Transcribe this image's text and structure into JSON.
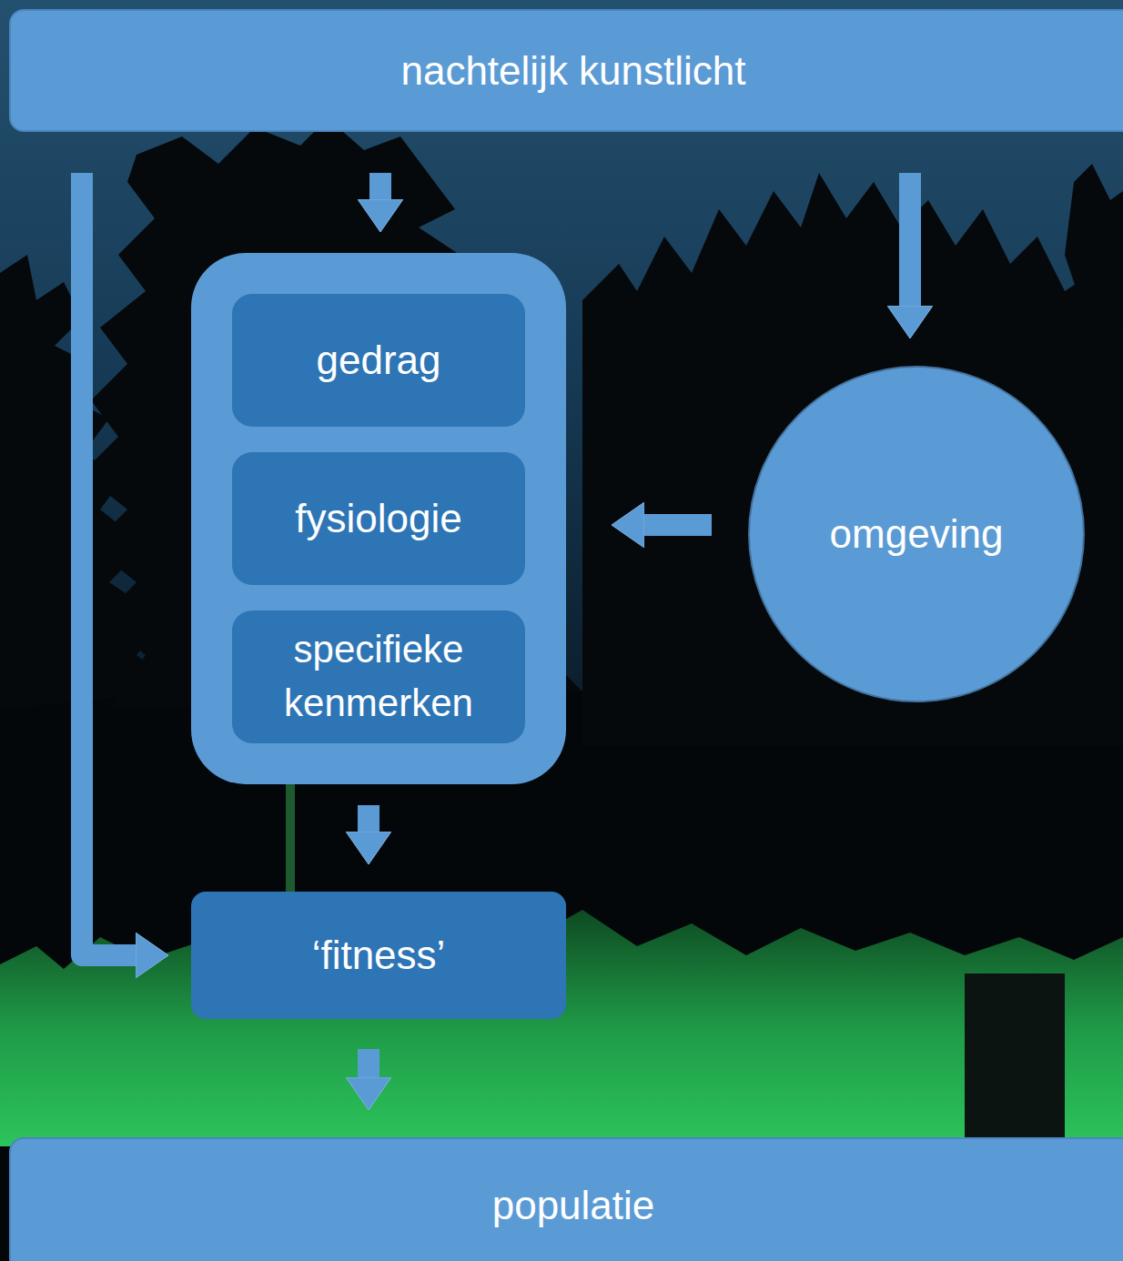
{
  "diagram": {
    "nodes": [
      {
        "text": [
          "nachtelijk kunstlicht"
        ]
      },
      {
        "text": []
      },
      {
        "text": [
          "gedrag"
        ],
        "in": 1
      },
      {
        "text": [
          "fysiologie"
        ],
        "in": 1
      },
      {
        "text": [
          "specifieke kenmerken"
        ],
        "in": 1
      },
      {
        "text": [
          "omgeving"
        ]
      },
      {
        "text": [
          "‘fitness’"
        ]
      },
      {
        "text": [
          "populatie"
        ]
      }
    ],
    "edges": [
      {
        "from": 0,
        "to": 1,
        "arrow": "to"
      },
      {
        "from": 0,
        "to": 5,
        "arrow": "to"
      },
      {
        "from": 5,
        "to": 1,
        "arrow": "to"
      },
      {
        "from": 1,
        "to": 6,
        "arrow": "to"
      },
      {
        "from": 0,
        "to": 6,
        "arrow": "to"
      },
      {
        "from": 6,
        "to": 7,
        "arrow": "to"
      }
    ]
  }
}
